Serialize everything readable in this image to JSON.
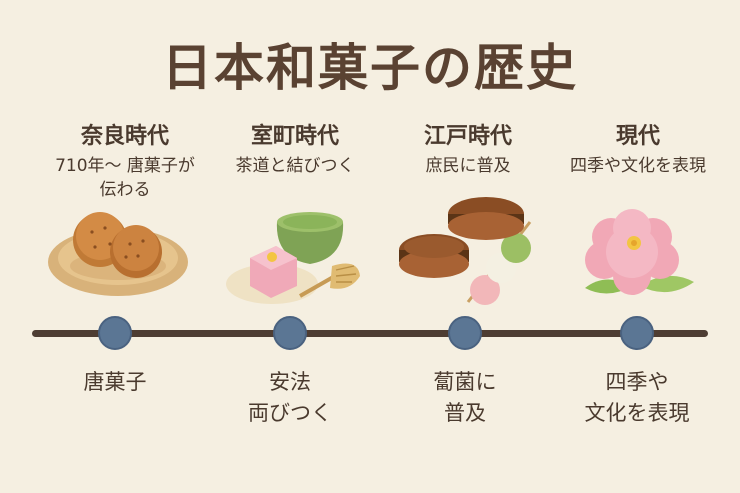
{
  "title": "日本和菓子の歴史",
  "eras": [
    {
      "name": "奈良時代",
      "desc": [
        "710年～ 唐菓子が",
        "伝わる"
      ],
      "label": [
        "唐菓子"
      ],
      "illustration": "round-fried-cakes-on-plate-icon"
    },
    {
      "name": "室町時代",
      "desc": [
        "茶道と結びつく"
      ],
      "label": [
        "安法",
        "両びつく"
      ],
      "illustration": "matcha-and-wagashi-icon"
    },
    {
      "name": "江戸時代",
      "desc": [
        "庶民に普及"
      ],
      "label": [
        "蔔菌に",
        "普及"
      ],
      "illustration": "dorayaki-and-dango-icon"
    },
    {
      "name": "現代",
      "desc": [
        "四季や文化を表現"
      ],
      "label": [
        "四季や",
        "文化を表現"
      ],
      "illustration": "flower-wagashi-icon"
    }
  ],
  "colors": {
    "background": "#f5efe1",
    "timeline": "#4e3d33",
    "node": "#5b7694",
    "text": "#4a3a2e"
  }
}
